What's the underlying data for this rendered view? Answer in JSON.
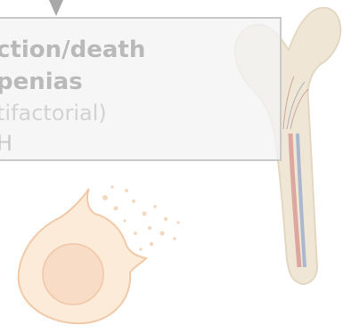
{
  "box": {
    "line1": "ction/death",
    "line2": "penias",
    "line3": "tifactorial)",
    "line4": "H"
  },
  "colors": {
    "bone": "#efe6d6",
    "marrow_cell": "#fbe9d8",
    "vessel_red": "#d48b86",
    "vessel_blue": "#8fa3c8",
    "border": "#c9c9c9"
  }
}
